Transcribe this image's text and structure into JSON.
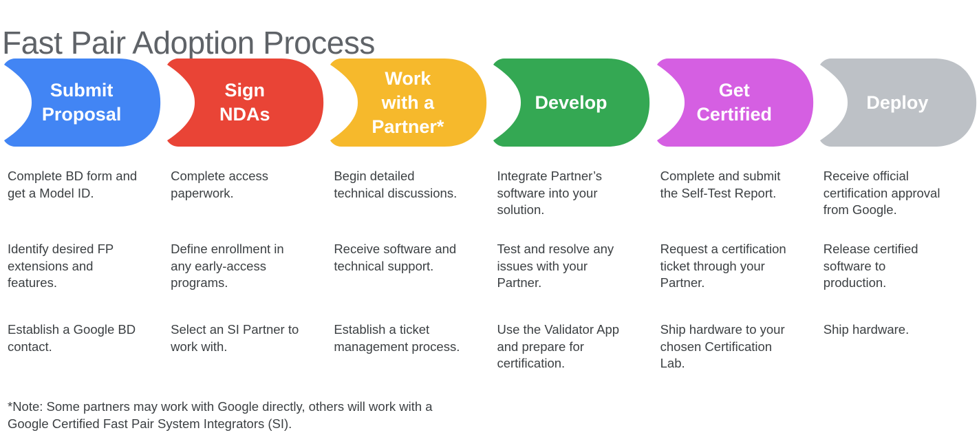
{
  "title": "Fast Pair Adoption Process",
  "palette": {
    "title_text": "#5f6368",
    "body_text": "#3c4043",
    "stage_label_text": "#ffffff"
  },
  "stages": [
    {
      "label": "Submit\nProposal",
      "color": "#4285f4",
      "items": [
        "Complete BD form and\nget a Model ID.",
        "Identify desired FP\nextensions and\nfeatures.",
        "Establish a Google BD\ncontact."
      ]
    },
    {
      "label": "Sign\nNDAs",
      "color": "#e94436",
      "items": [
        "Complete access\npaperwork.",
        "Define enrollment in\nany early-access\nprograms.",
        "Select an SI Partner to\nwork with."
      ]
    },
    {
      "label": "Work\nwith a\nPartner*",
      "color": "#f6b92c",
      "items": [
        "Begin detailed\ntechnical discussions.",
        "Receive software and\ntechnical support.",
        "Establish a ticket\nmanagement process."
      ]
    },
    {
      "label": "Develop",
      "color": "#34a853",
      "items": [
        "Integrate Partner’s\nsoftware into your\nsolution.",
        "Test and resolve any\nissues with your\nPartner.",
        "Use the Validator App\nand prepare for\ncertification."
      ]
    },
    {
      "label": "Get\nCertified",
      "color": "#d55fe2",
      "items": [
        "Complete and submit\nthe Self-Test Report.",
        "Request a certification\nticket through your\nPartner.",
        "Ship hardware to your\nchosen Certification\nLab."
      ]
    },
    {
      "label": "Deploy",
      "color": "#bdc1c6",
      "items": [
        "Receive official\ncertification approval\nfrom Google.",
        "Release certified\nsoftware to\nproduction.",
        "Ship hardware."
      ]
    }
  ],
  "footnote": "*Note: Some partners may work with Google directly, others will work with a\nGoogle Certified Fast Pair System Integrators (SI)."
}
